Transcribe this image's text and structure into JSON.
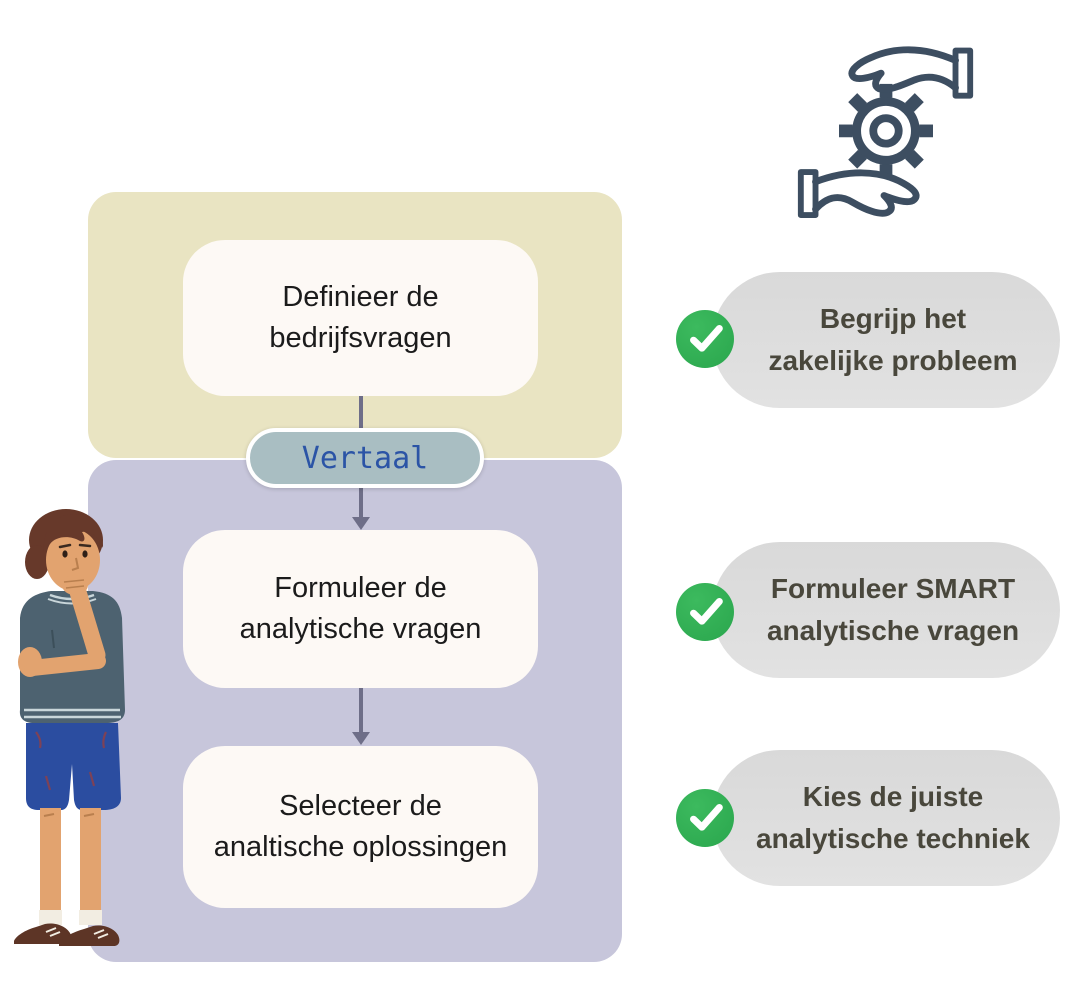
{
  "flowchart": {
    "connector_label": "Vertaal",
    "nodes": [
      {
        "line1": "Definieer de",
        "line2": "bedrijfsvragen"
      },
      {
        "line1": "Formuleer de",
        "line2": "analytische vragen"
      },
      {
        "line1": "Selecteer de",
        "line2": "analtische oplossingen"
      }
    ]
  },
  "checklist": [
    {
      "line1": "Begrijp het",
      "line2": "zakelijke probleem"
    },
    {
      "line1": "Formuleer SMART",
      "line2": "analytische vragen"
    },
    {
      "line1": "Kies de juiste",
      "line2": "analytische techniek"
    }
  ],
  "icons": {
    "hands_gear": "hands-holding-gear-icon",
    "check": "check-icon",
    "person": "thinking-man-illustration"
  },
  "colors": {
    "business_panel": "#e9e4c2",
    "analytics_panel": "#c7c6db",
    "node_background": "#fdf9f5",
    "translate_pill_background": "#a9bec2",
    "translate_text": "#2b54a6",
    "arrow": "#6e6e88",
    "checklist_pill_background": "#dddddd",
    "checklist_text": "#49473c",
    "check_green": "#2fae52",
    "icon_stroke": "#3d4e61"
  }
}
